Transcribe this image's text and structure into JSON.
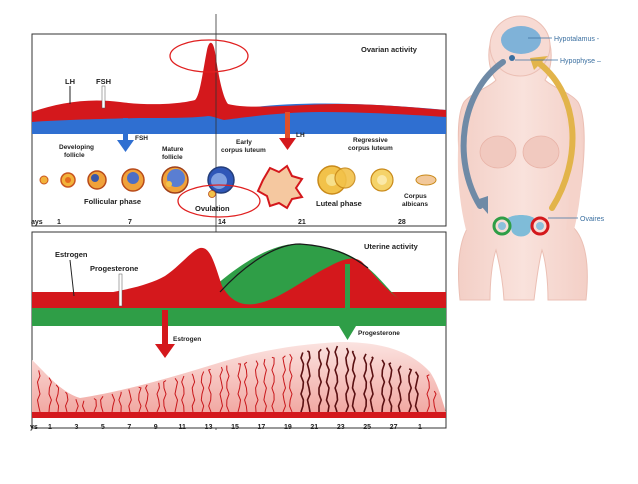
{
  "colors": {
    "blood_red": "#d4181c",
    "hormone_red": "#c8171b",
    "ovary_blue": "#2f6fd1",
    "progesterone_green": "#2f9e47",
    "endometrium_pink": "#f4b9b5",
    "body_skin": "#f7dad3",
    "arrow_blue": "#6f8aa6",
    "arrow_gold": "#e2b44a",
    "highlight_circle": "#e02020"
  },
  "ovarian": {
    "title": "Ovarian activity",
    "lh": "LH",
    "fsh": "FSH",
    "fsh_arrow": "FSH",
    "lh_arrow": "LH",
    "developing": [
      "Developing",
      "follicle"
    ],
    "mature": [
      "Mature",
      "follicle"
    ],
    "early": [
      "Early",
      "corpus luteum"
    ],
    "regressive": [
      "Regressive",
      "corpus luteum"
    ],
    "albicans": [
      "Corpus",
      "albicans"
    ],
    "follicular_phase": "Follicular phase",
    "ovulation": "Ovulation",
    "luteal_phase": "Luteal phase",
    "days_label": "ays",
    "days": [
      "1",
      "7",
      "14",
      "21",
      "28"
    ]
  },
  "uterine": {
    "title": "Uterine activity",
    "estrogen_top": "Estrogen",
    "progesterone_top": "Progesterone",
    "estrogen_arrow": "Estrogen",
    "progesterone_arrow": "Progesterone",
    "days_label": "ys",
    "days": [
      "1",
      "3",
      "5",
      "7",
      "9",
      "11",
      "13",
      "15",
      "17",
      "19",
      "21",
      "23",
      "25",
      "27",
      "1"
    ]
  },
  "anatomy": {
    "hypothalamus": "Hypotalamus -",
    "pituitary": "Hypophyse –",
    "ovaries": "Ovaires"
  }
}
